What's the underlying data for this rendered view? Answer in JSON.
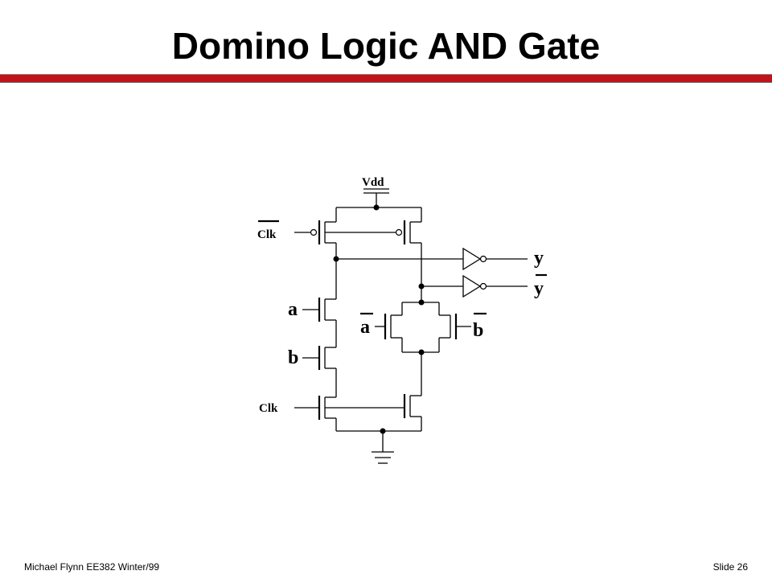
{
  "slide": {
    "title": "Domino Logic AND Gate",
    "footer_left": "Michael Flynn EE382 Winter/99",
    "footer_right": "Slide 26"
  },
  "circuit": {
    "vdd_label": "Vdd",
    "clk_top_label": "Clk",
    "clk_bottom_label": "Clk",
    "input_a_label": "a",
    "input_b_label": "b",
    "input_a_bar_label": "a",
    "input_b_bar_label": "b",
    "output_y_label": "y",
    "output_y_bar_label": "y"
  }
}
